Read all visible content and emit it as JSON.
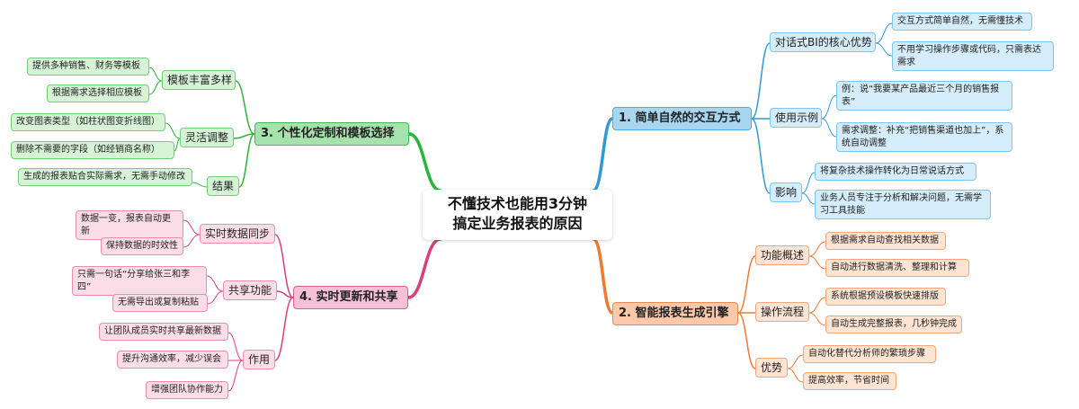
{
  "center": {
    "line1": "不懂技术也能用3分钟",
    "line2": "搞定业务报表的原因"
  },
  "branches": {
    "b1": {
      "title": "1. 简单自然的交互方式",
      "groups": [
        {
          "label": "对话式BI的核心优势",
          "items": [
            "交互方式简单自然，无需懂技术",
            "不用学习操作步骤或代码，只需表达需求"
          ]
        },
        {
          "label": "使用示例",
          "items": [
            "例：说“我要某产品最近三个月的销售报表”",
            "需求调整：补充“把销售渠道也加上”，系统自动调整"
          ]
        },
        {
          "label": "影响",
          "items": [
            "将复杂技术操作转化为日常说话方式",
            "业务人员专注于分析和解决问题，无需学习工具技能"
          ]
        }
      ]
    },
    "b2": {
      "title": "2. 智能报表生成引擎",
      "groups": [
        {
          "label": "功能概述",
          "items": [
            "根据需求自动查找相关数据",
            "自动进行数据清洗、整理和计算"
          ]
        },
        {
          "label": "操作流程",
          "items": [
            "系统根据预设模板快速排版",
            "自动生成完整报表，几秒钟完成"
          ]
        },
        {
          "label": "优势",
          "items": [
            "自动化替代分析师的繁琐步骤",
            "提高效率，节省时间"
          ]
        }
      ]
    },
    "b3": {
      "title": "3. 个性化定制和模板选择",
      "groups": [
        {
          "label": "模板丰富多样",
          "items": [
            "提供多种销售、财务等模板",
            "根据需求选择相应模板"
          ]
        },
        {
          "label": "灵活调整",
          "items": [
            "改变图表类型（如柱状图变折线图）",
            "删除不需要的字段（如经销商名称）"
          ]
        },
        {
          "label": "结果",
          "items": [
            "生成的报表贴合实际需求，无需手动修改"
          ]
        }
      ]
    },
    "b4": {
      "title": "4. 实时更新和共享",
      "groups": [
        {
          "label": "实时数据同步",
          "items": [
            "数据一变，报表自动更新",
            "保持数据的时效性"
          ]
        },
        {
          "label": "共享功能",
          "items": [
            "只需一句话“分享给张三和李四”",
            "无需导出或复制粘贴"
          ]
        },
        {
          "label": "作用",
          "items": [
            "让团队成员实时共享最新数据",
            "提升沟通效率，减少误会",
            "增强团队协作能力"
          ]
        }
      ]
    }
  }
}
